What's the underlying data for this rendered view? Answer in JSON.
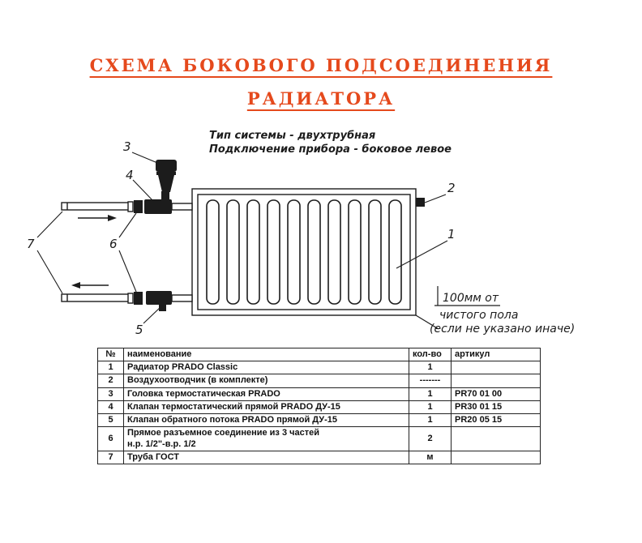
{
  "colors": {
    "accent": "#e5491c",
    "ink": "#1c1c1c"
  },
  "title": {
    "line1": "СХЕМА БОКОВОГО ПОДСОЕДИНЕНИЯ",
    "line2": "РАДИАТОРА"
  },
  "notes": {
    "line1": "Тип системы - двухтрубная",
    "line2": "Подключение прибора - боковое левое"
  },
  "callouts": {
    "c1": "1",
    "c2": "2",
    "c3": "3",
    "c4": "4",
    "c5": "5",
    "c6": "6",
    "c7": "7"
  },
  "dimension": {
    "line1": "100мм от",
    "line2": "чистого пола",
    "line3": "(если не указано иначе)"
  },
  "table": {
    "headers": [
      "№",
      "наименование",
      "кол-во",
      "артикул"
    ],
    "rows": [
      {
        "num": "1",
        "name": "Радиатор PRADO Classic",
        "qty": "1",
        "art": ""
      },
      {
        "num": "2",
        "name": "Воздухоотводчик (в комплекте)",
        "qty": "-------",
        "art": ""
      },
      {
        "num": "3",
        "name": "Головка термостатическая PRADO",
        "qty": "1",
        "art": "PR70 01 00"
      },
      {
        "num": "4",
        "name": "Клапан термостатический прямой PRADO ДУ-15",
        "qty": "1",
        "art": "PR30 01 15"
      },
      {
        "num": "5",
        "name": "Клапан обратного потока PRADO прямой ДУ-15",
        "qty": "1",
        "art": "PR20 05 15"
      },
      {
        "num": "6",
        "name": "Прямое разъемное соединение из 3 частей\nн.р. 1/2\"-в.р. 1/2",
        "qty": "2",
        "art": ""
      },
      {
        "num": "7",
        "name": "Труба ГОСТ",
        "qty": "м",
        "art": ""
      }
    ]
  }
}
